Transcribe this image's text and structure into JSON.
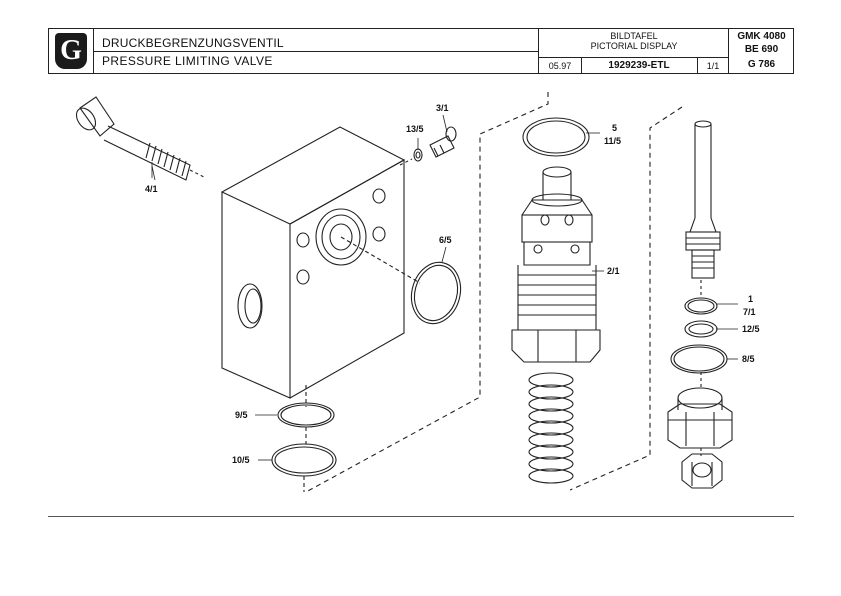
{
  "header": {
    "logo_letter": "G",
    "title_de": "DRUCKBEGRENZUNGSVENTIL",
    "title_en": "PRESSURE  LIMITING  VALVE",
    "bildtafel": "BILDTAFEL",
    "pictorial_display": "PICTORIAL DISPLAY",
    "date": "05.97",
    "part_number": "1929239-ETL",
    "sheet": "1/1",
    "model_1": "GMK 4080",
    "model_2": "BE 690",
    "model_3": "G 786"
  },
  "callouts": {
    "c_4_1": "4/1",
    "c_3_1": "3/1",
    "c_13_5": "13/5",
    "c_6_5": "6/5",
    "c_9_5": "9/5",
    "c_10_5": "10/5",
    "c_5": "5",
    "c_11_5": "11/5",
    "c_2_1": "2/1",
    "c_1": "1",
    "c_7_1": "7/1",
    "c_12_5": "12/5",
    "c_8_5": "8/5"
  }
}
